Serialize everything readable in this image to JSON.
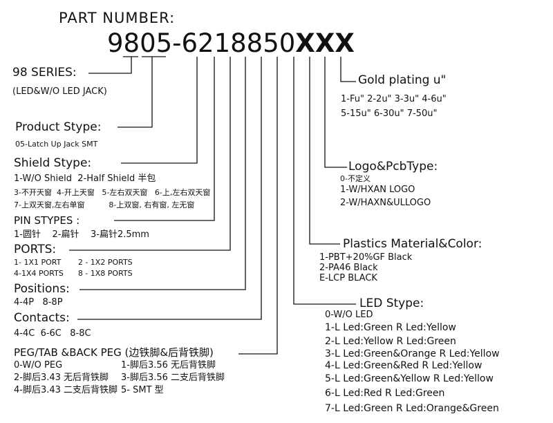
{
  "title": "PART NUMBER:",
  "part_number": {
    "base": "9805-6218850",
    "suffix": "XXX"
  },
  "sections": {
    "series": {
      "label": "98 SERIES:",
      "desc": "(LED&W/O LED JACK)"
    },
    "product": {
      "label": "Product Stype:",
      "desc": "05-Latch Up Jack SMT"
    },
    "shield": {
      "label": "Shield Stype:",
      "lines": [
        "1-W/O Shield  2-Half Shield 半包",
        "3-不开天窗  4-开上天窗   5-左右双天窗   6-上,左右双天窗",
        "7-上双天窗,左右单窗          8-上双窗, 右有窗, 左无窗"
      ]
    },
    "pin": {
      "label": "PIN STYPES :",
      "lines": [
        "1-圆针    2-扁针    3-扁针2.5mm"
      ]
    },
    "ports": {
      "label": "PORTS:",
      "lines": [
        "1- 1X1 PORT       2 - 1X2 PORTS",
        "4-1X4 PORTS      8 - 1X8 PORTS"
      ]
    },
    "positions": {
      "label": "Positions:",
      "lines": [
        "4-4P   8-8P"
      ]
    },
    "contacts": {
      "label": "Contacts:",
      "lines": [
        "4-4C  6-6C   8-8C"
      ]
    },
    "peg": {
      "label": "PEG/TAB &BACK PEG (边铁脚&后背铁脚)",
      "lines": [
        "0-W/O PEG",
        "1-脚后3.56 无后背铁脚",
        "2-脚后3.43 无后背铁脚",
        "3-脚后3.56 二支后背铁脚",
        "4-脚后3.43 二支后背铁脚",
        "5- SMT 型"
      ]
    },
    "gold": {
      "label": "Gold plating u\"",
      "lines": [
        "1-Fu\" 2-2u\" 3-3u\" 4-6u\"",
        "5-15u\" 6-30u\" 7-50u\""
      ]
    },
    "logo": {
      "label": "Logo&PcbType:",
      "lines": [
        "0-不定义",
        "1-W/HXAN LOGO",
        "2-W/HAXN&ULLOGO"
      ]
    },
    "plastics": {
      "label": "Plastics Material&Color:",
      "lines": [
        "1-PBT+20%GF Black",
        "2-PA46 Black",
        "E-LCP BLACK"
      ]
    },
    "led": {
      "label": "LED Stype:",
      "lines": [
        "0-W/O LED",
        "1-L Led:Green R Led:Yellow",
        "2-L Led:Yellow R Led:Green",
        "3-L Led:Green&Orange R Led:Yellow",
        "4-L Led:Green&Red R Led:Yellow",
        "5-L Led:Green&Yellow R Led:Yellow",
        "6-L Led:Red R Led:Green",
        "7-L Led:Green R Led:Orange&Green"
      ]
    }
  }
}
